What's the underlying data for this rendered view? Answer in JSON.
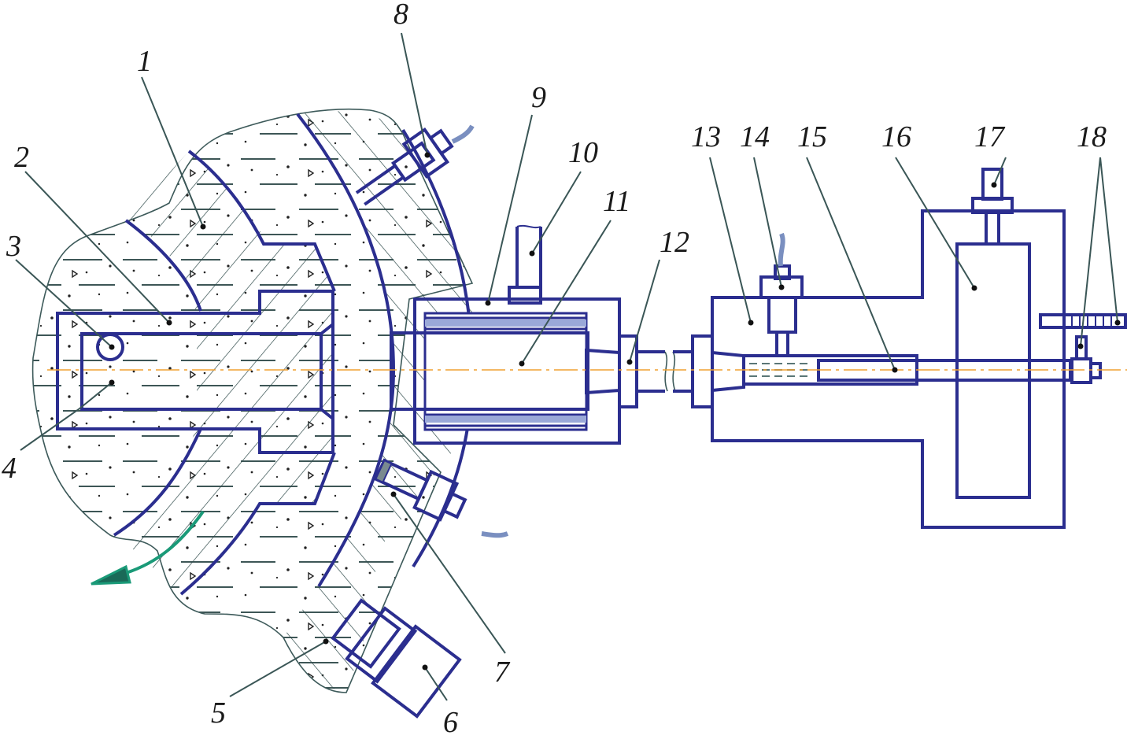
{
  "figure": {
    "type": "engineering cross-section diagram",
    "colors": {
      "part_outline": "#2b2e8f",
      "hatch": "#2e4a4a",
      "leader": "#3a5656",
      "axis_centerline": "#f0a030",
      "rotation_arrow": "#1a9a78",
      "cable": "#7a8fc0",
      "label_text": "#1a1a1a"
    },
    "callouts": [
      {
        "id": "1",
        "label": "1"
      },
      {
        "id": "2",
        "label": "2"
      },
      {
        "id": "3",
        "label": "3"
      },
      {
        "id": "4",
        "label": "4"
      },
      {
        "id": "5",
        "label": "5"
      },
      {
        "id": "6",
        "label": "6"
      },
      {
        "id": "7",
        "label": "7"
      },
      {
        "id": "8",
        "label": "8"
      },
      {
        "id": "9",
        "label": "9"
      },
      {
        "id": "10",
        "label": "10"
      },
      {
        "id": "11",
        "label": "11"
      },
      {
        "id": "12",
        "label": "12"
      },
      {
        "id": "13",
        "label": "13"
      },
      {
        "id": "14",
        "label": "14"
      },
      {
        "id": "15",
        "label": "15"
      },
      {
        "id": "16",
        "label": "16"
      },
      {
        "id": "17",
        "label": "17"
      },
      {
        "id": "18",
        "label": "18"
      }
    ],
    "rotation_direction": "counter-clockwise (arrow pointing lower-left)"
  }
}
